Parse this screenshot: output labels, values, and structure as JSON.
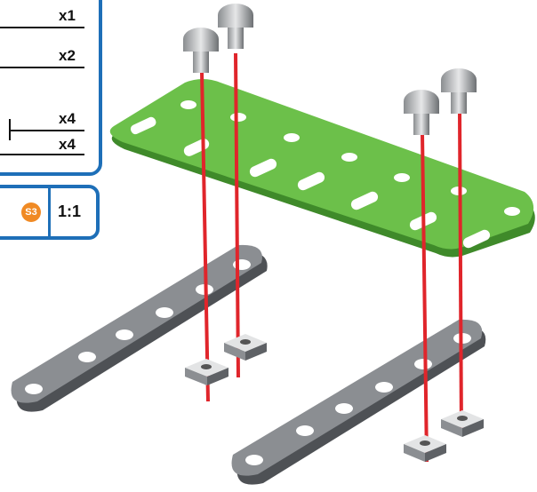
{
  "parts_list": {
    "items": [
      {
        "qty": "x1"
      },
      {
        "qty": "x2"
      },
      {
        "qty": "x4"
      },
      {
        "qty": "x4"
      }
    ]
  },
  "step": {
    "badge": "S3",
    "scale": "1:1"
  },
  "colors": {
    "frame_blue": "#1e6fb8",
    "plate_green": "#6cc04a",
    "strip_grey": "#6b6e72",
    "guide_red": "#e0252b",
    "badge_orange": "#f08a24"
  }
}
